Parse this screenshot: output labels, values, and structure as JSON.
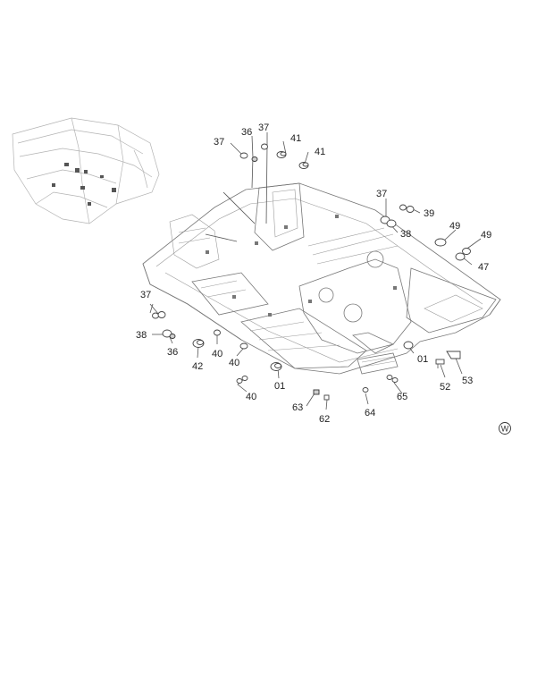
{
  "callouts": [
    {
      "id": "c01",
      "text": "37"
    },
    {
      "id": "c02",
      "text": "36"
    },
    {
      "id": "c03",
      "text": "37"
    },
    {
      "id": "c04",
      "text": "41"
    },
    {
      "id": "c05",
      "text": "41"
    },
    {
      "id": "c06",
      "text": "37"
    },
    {
      "id": "c07",
      "text": "39"
    },
    {
      "id": "c08",
      "text": "38"
    },
    {
      "id": "c09",
      "text": "49"
    },
    {
      "id": "c10",
      "text": "49"
    },
    {
      "id": "c11",
      "text": "47"
    },
    {
      "id": "c12",
      "text": "37"
    },
    {
      "id": "c13",
      "text": "38"
    },
    {
      "id": "c14",
      "text": "36"
    },
    {
      "id": "c15",
      "text": "42"
    },
    {
      "id": "c16",
      "text": "40"
    },
    {
      "id": "c17",
      "text": "40"
    },
    {
      "id": "c18",
      "text": "40"
    },
    {
      "id": "c19",
      "text": "01"
    },
    {
      "id": "c20",
      "text": "01"
    },
    {
      "id": "c21",
      "text": "63"
    },
    {
      "id": "c22",
      "text": "62"
    },
    {
      "id": "c23",
      "text": "64"
    },
    {
      "id": "c24",
      "text": "65"
    },
    {
      "id": "c25",
      "text": "52"
    },
    {
      "id": "c26",
      "text": "53"
    }
  ],
  "corner_mark": "W"
}
